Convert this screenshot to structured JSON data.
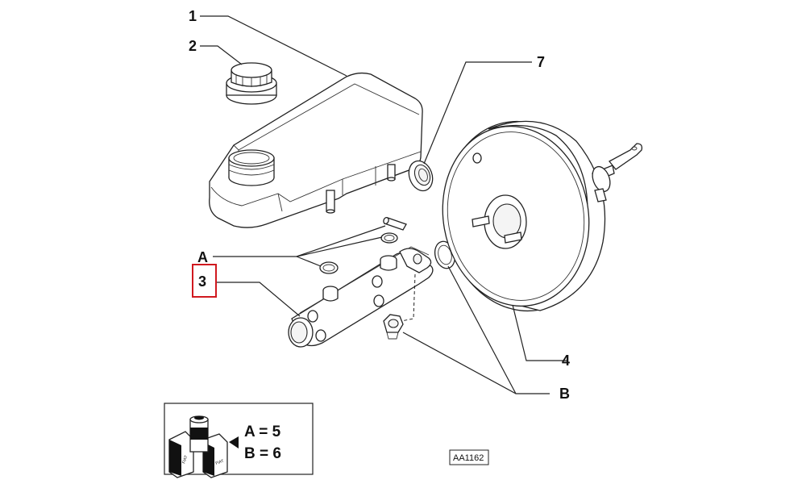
{
  "callouts": {
    "c1": "1",
    "c2": "2",
    "c3": "3",
    "c4": "4",
    "c7": "7",
    "cA": "A",
    "cB": "B"
  },
  "legend": {
    "eq_a": "A = 5",
    "eq_b": "B = 6",
    "can_text": "FIAT"
  },
  "reference_code": "AA1162",
  "colors": {
    "highlight": "#d0191f",
    "ink": "#222222"
  }
}
